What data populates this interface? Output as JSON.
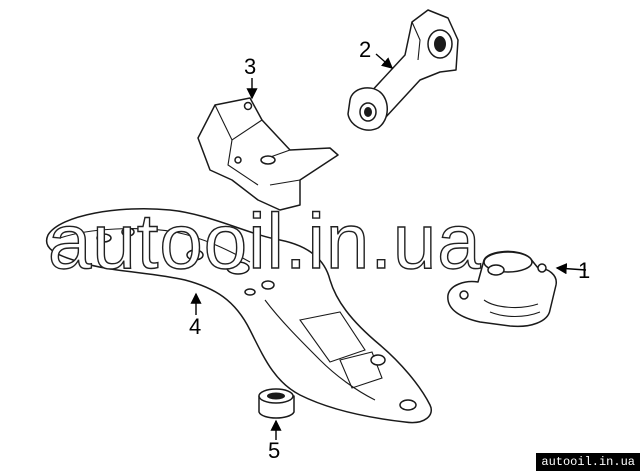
{
  "watermark": {
    "text": "autooil.in.ua"
  },
  "footer": {
    "badge_text": "autooil.in.ua"
  },
  "callouts": [
    {
      "id": "part-1",
      "label": "1"
    },
    {
      "id": "part-2",
      "label": "2"
    },
    {
      "id": "part-3",
      "label": "3"
    },
    {
      "id": "part-4",
      "label": "4"
    },
    {
      "id": "part-5",
      "label": "5"
    }
  ]
}
